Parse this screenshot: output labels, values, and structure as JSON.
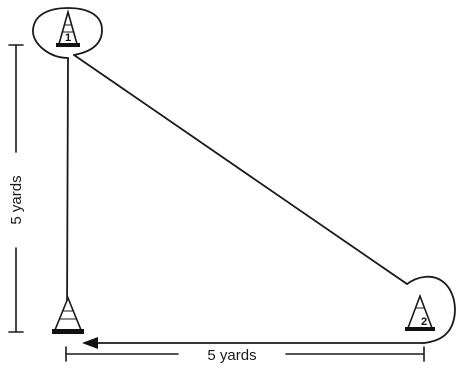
{
  "diagram": {
    "cone_1_label": "1",
    "cone_2_label": "2",
    "vertical_dimension_label": "5 yards",
    "horizontal_dimension_label": "5 yards",
    "icons": [
      "traffic-cone-icon",
      "arrow-left-icon"
    ]
  }
}
